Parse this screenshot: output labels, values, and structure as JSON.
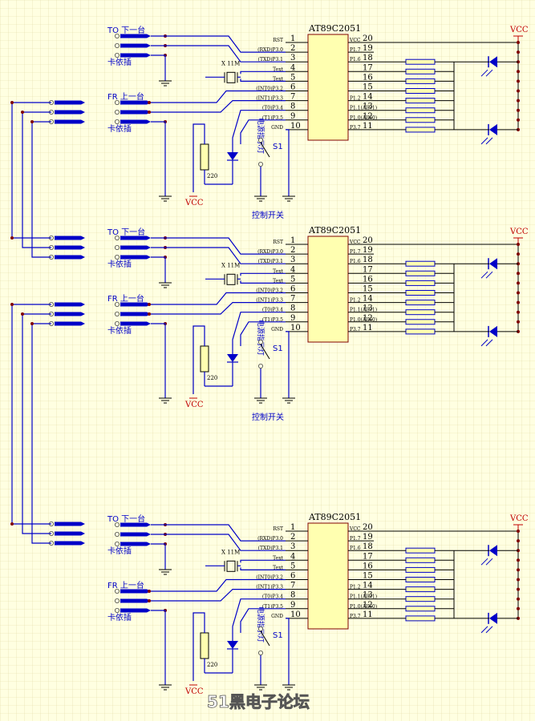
{
  "chip": {
    "title": "AT89C2051",
    "left_pins": [
      {
        "num": "1",
        "name": "RST"
      },
      {
        "num": "2",
        "name": "(RXD)P3.0"
      },
      {
        "num": "3",
        "name": "(TXD)P3.1"
      },
      {
        "num": "4",
        "name": "Text"
      },
      {
        "num": "5",
        "name": "Text"
      },
      {
        "num": "6",
        "name": "(INT0)P3.2"
      },
      {
        "num": "7",
        "name": "(INT1)P3.3"
      },
      {
        "num": "8",
        "name": "(T0)P3.4"
      },
      {
        "num": "9",
        "name": "(T1)P3.5"
      },
      {
        "num": "10",
        "name": "GND"
      }
    ],
    "right_pins": [
      {
        "num": "20",
        "name": "VCC"
      },
      {
        "num": "19",
        "name": "P1.7"
      },
      {
        "num": "18",
        "name": "P1.6"
      },
      {
        "num": "17",
        "name": ""
      },
      {
        "num": "16",
        "name": ""
      },
      {
        "num": "15",
        "name": ""
      },
      {
        "num": "14",
        "name": "P1.2"
      },
      {
        "num": "13",
        "name": "P1.1(AIN1)"
      },
      {
        "num": "12",
        "name": "P1.0(AIN0)"
      },
      {
        "num": "11",
        "name": "P3.7"
      }
    ]
  },
  "labels": {
    "to": "TO 下一台",
    "fr": "FR 上一台",
    "card": "卡依插",
    "crystal": "X 11M",
    "resistor": "220",
    "power_led": "电源指示灯",
    "switch": "S1",
    "vcc": "VCC",
    "control": "控制开关"
  },
  "watermark": "51黑电子论坛"
}
